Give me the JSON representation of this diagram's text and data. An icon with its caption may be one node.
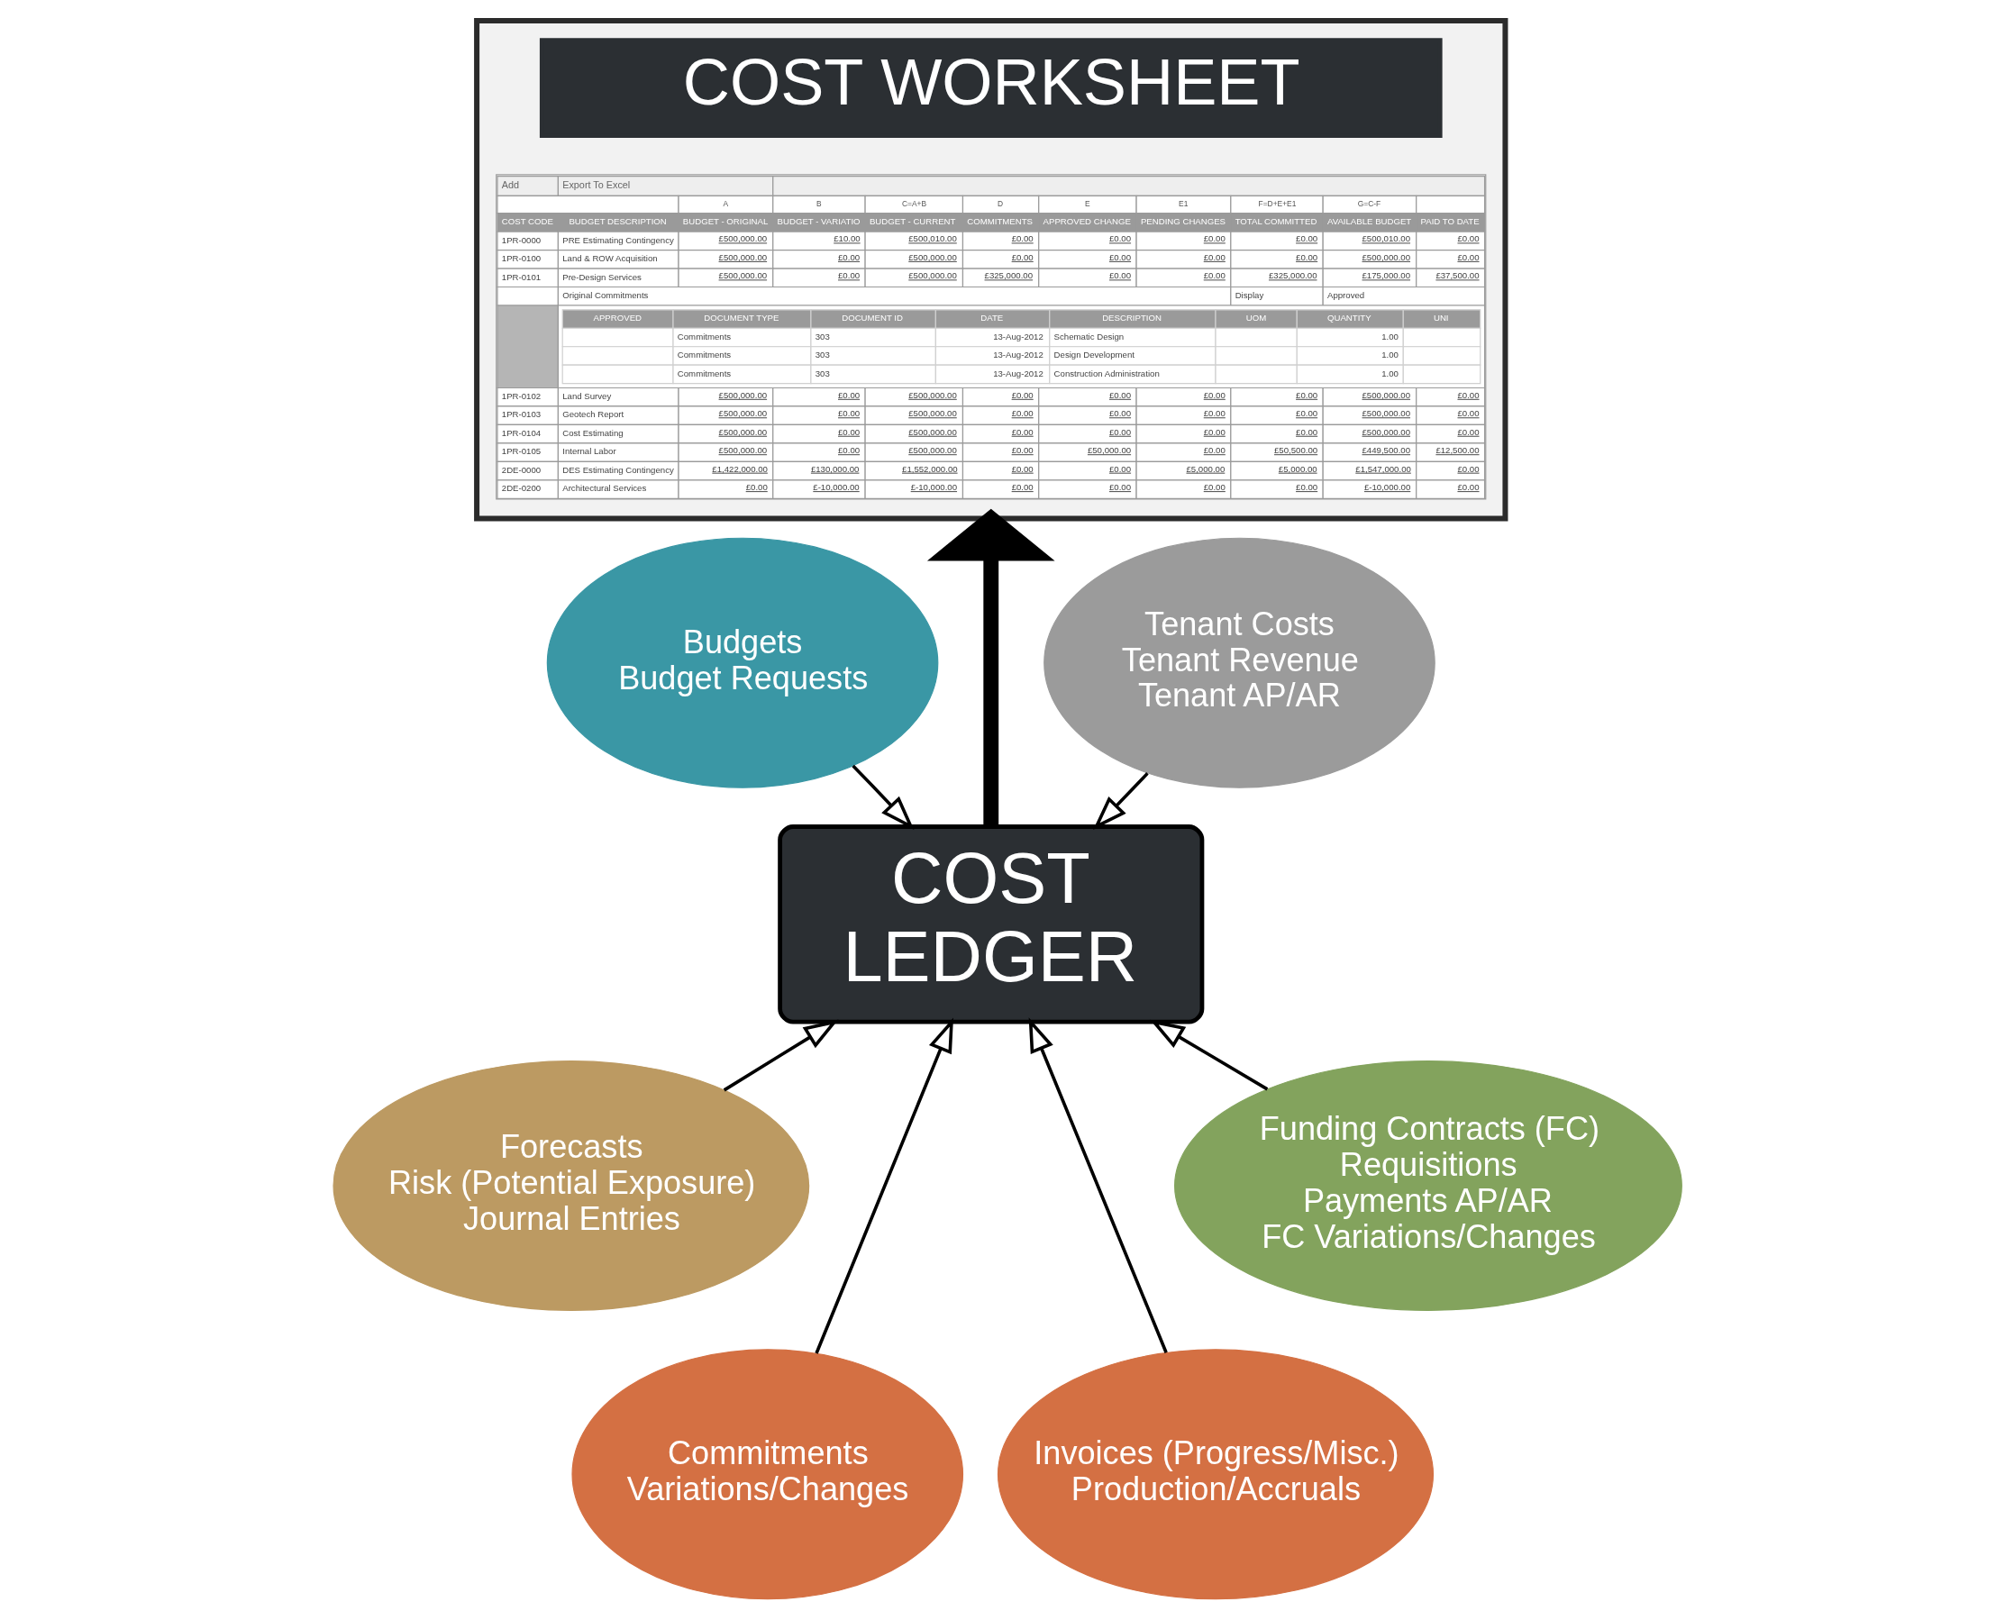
{
  "diagram": {
    "nodes": [
      {
        "text": [],
        "shape": "picture"
      },
      {
        "text": [
          "COST WORKSHEET"
        ],
        "in": 0
      },
      {
        "text": [
          "Budgets",
          "Budget Requests"
        ]
      },
      {
        "text": [
          "Tenant Costs",
          "Tenant Revenue",
          "Tenant AP/AR"
        ]
      },
      {
        "text": [
          "COST LEDGER"
        ]
      },
      {
        "text": [
          "Forecasts",
          "Risk (Potential Exposure)",
          "Journal Entries"
        ]
      },
      {
        "text": [
          "Funding Contracts (FC)",
          "Requisitions",
          "Payments AP/AR",
          "FC Variations/Changes"
        ]
      },
      {
        "text": [
          "Commitments",
          "Variations/Changes"
        ]
      },
      {
        "text": [
          "Invoices (Progress/Misc.)",
          "Production/Accruals"
        ]
      }
    ],
    "edges": [
      {
        "from": 2,
        "to": 4,
        "arrow": "to"
      },
      {
        "from": 3,
        "to": 4,
        "arrow": "to"
      },
      {
        "from": 4,
        "to": 0,
        "arrow": "to",
        "style": "thick"
      },
      {
        "from": 5,
        "to": 4,
        "arrow": "to"
      },
      {
        "from": 7,
        "to": 4,
        "arrow": "to"
      },
      {
        "from": 8,
        "to": 4,
        "arrow": "to"
      },
      {
        "from": 6,
        "to": 4,
        "arrow": "to"
      }
    ],
    "labels": [
      "Add",
      "Export To Excel",
      "A",
      "B",
      "C=A+B",
      "D",
      "E",
      "E1",
      "F=D+E+E1",
      "G=C-F",
      "COST CODE",
      "BUDGET DESCRIPTION",
      "BUDGET - ORIGINAL",
      "BUDGET - VARIATIO",
      "BUDGET - CURRENT",
      "COMMITMENTS",
      "APPROVED CHANGE",
      "PENDING CHANGES",
      "TOTAL COMMITTED",
      "AVAILABLE BUDGET",
      "PAID TO DATE",
      "1PR-0000",
      "PRE Estimating Contingency",
      "£500,000.00",
      "£10.00",
      "£500,010.00",
      "£0.00",
      "£0.00",
      "£0.00",
      "£0.00",
      "£500,010.00",
      "£0.00",
      "1PR-0100",
      "Land & ROW Acquisition",
      "£500,000.00",
      "£0.00",
      "£500,000.00",
      "£0.00",
      "£0.00",
      "£0.00",
      "£0.00",
      "£500,000.00",
      "£0.00",
      "1PR-0101",
      "Pre-Design Services",
      "£500,000.00",
      "£0.00",
      "£500,000.00",
      "£325,000.00",
      "£0.00",
      "£0.00",
      "£325,000.00",
      "£175,000.00",
      "£37,500.00",
      "Original Commitments",
      "Display",
      "Approved",
      "APPROVED",
      "DOCUMENT TYPE",
      "DOCUMENT ID",
      "DATE",
      "DESCRIPTION",
      "UOM",
      "QUANTITY",
      "UNI",
      "Commitments",
      "303",
      "13-Aug-2012",
      "Schematic Design",
      "1.00",
      "Commitments",
      "303",
      "13-Aug-2012",
      "Design Development",
      "1.00",
      "Commitments",
      "303",
      "13-Aug-2012",
      "Construction Administration",
      "1.00",
      "1PR-0102",
      "Land Survey",
      "£500,000.00",
      "£0.00",
      "£500,000.00",
      "£0.00",
      "£0.00",
      "£0.00",
      "£0.00",
      "£500,000.00",
      "£0.00",
      "1PR-0103",
      "Geotech Report",
      "£500,000.00",
      "£0.00",
      "£500,000.00",
      "£0.00",
      "£0.00",
      "£0.00",
      "£0.00",
      "£500,000.00",
      "£0.00",
      "1PR-0104",
      "Cost Estimating",
      "£500,000.00",
      "£0.00",
      "£500,000.00",
      "£0.00",
      "£0.00",
      "£0.00",
      "£0.00",
      "£500,000.00",
      "£0.00",
      "1PR-0105",
      "Internal Labor",
      "£500,000.00",
      "£0.00",
      "£500,000.00",
      "£0.00",
      "£50,000.00",
      "£0.00",
      "£50,500.00",
      "£449,500.00",
      "£12,500.00",
      "2DE-0000",
      "DES Estimating Contingency",
      "£1,422,000.00",
      "£130,000.00",
      "£1,552,000.00",
      "£0.00",
      "£0.00",
      "£5,000.00",
      "£5,000.00",
      "£1,547,000.00",
      "£0.00",
      "2DE-0200",
      "Architectural Services",
      "£0.00",
      "£-10,000.00",
      "£-10,000.00",
      "£0.00",
      "£0.00",
      "£0.00",
      "£0.00",
      "£-10,000.00",
      "£0.00"
    ]
  }
}
